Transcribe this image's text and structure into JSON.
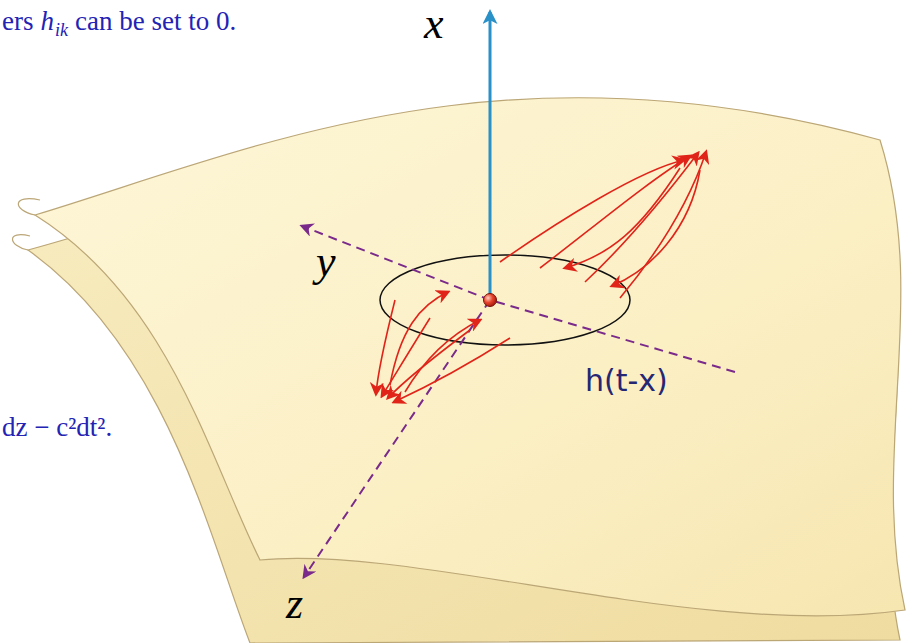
{
  "diagram": {
    "labels": [
      "ers",
      "h",
      "ik",
      "can be set to 0.",
      "x",
      "y",
      "z",
      "h(t-x)",
      "dz − c²dt²."
    ]
  }
}
